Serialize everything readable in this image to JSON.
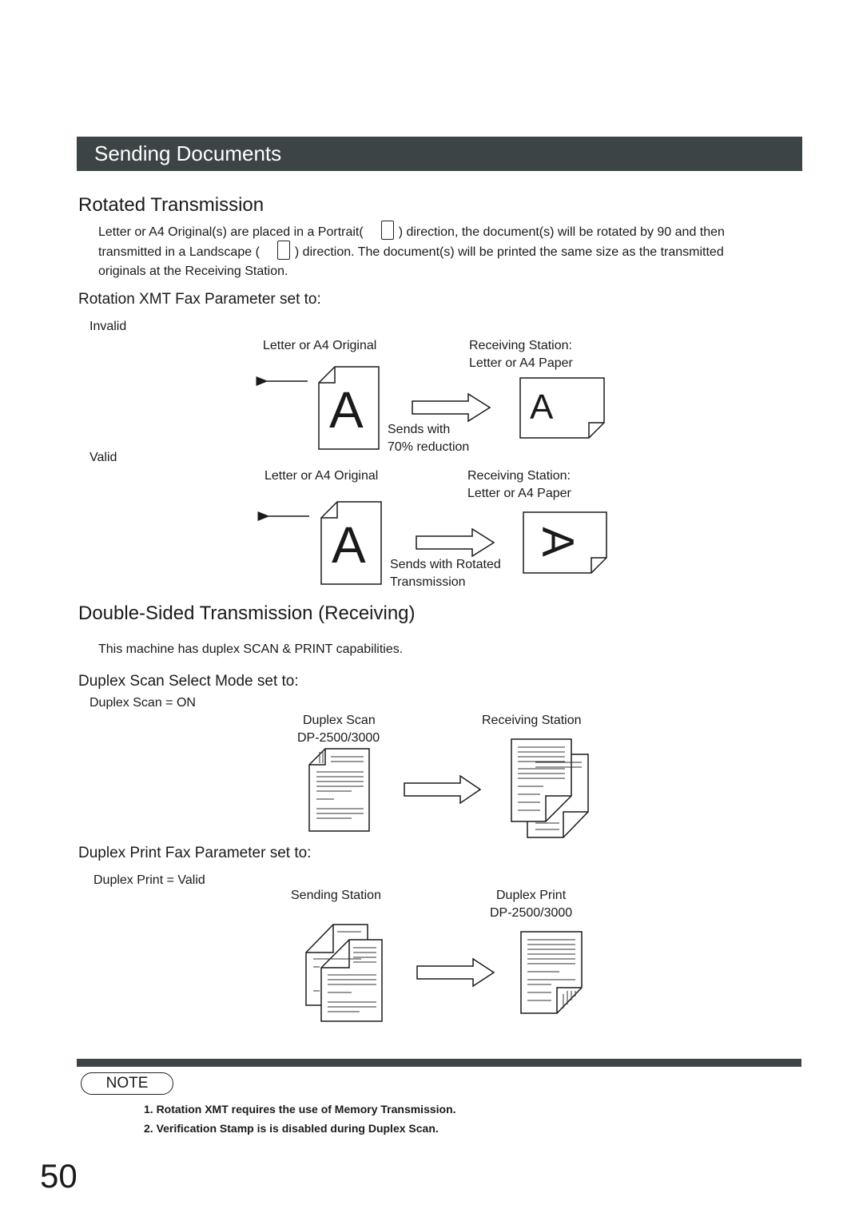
{
  "header": {
    "title": "Sending Documents"
  },
  "rotated": {
    "heading": "Rotated Transmission",
    "para": {
      "line1a": "Letter or A4 Original(s) are placed in a Portrait(",
      "line1b": ") direction, the document(s) will be rotated by 90   and then",
      "line2a": "transmitted in a Landscape (",
      "line2b": ") direction. The document(s) will be printed the same size as the transmitted",
      "line3": "originals at the Receiving Station."
    },
    "subheading": "Rotation XMT Fax Parameter set to:",
    "invalid": {
      "label": "Invalid",
      "original_label": "Letter or A4 Original",
      "receiving_label1": "Receiving Station:",
      "receiving_label2": "Letter or A4 Paper",
      "sends_line1": "Sends with",
      "sends_line2": "70% reduction",
      "glyph": "A"
    },
    "valid": {
      "label": "Valid",
      "original_label": "Letter or A4 Original",
      "receiving_label1": "Receiving Station:",
      "receiving_label2": "Letter or A4 Paper",
      "sends_line1": "Sends with Rotated",
      "sends_line2": "Transmission",
      "glyph": "A"
    }
  },
  "duplex": {
    "heading": "Double-Sided Transmission (Receiving)",
    "para": "This machine has duplex SCAN & PRINT capabilities.",
    "scan": {
      "subheading": "Duplex Scan Select Mode set to:",
      "setting": "Duplex Scan = ON",
      "left_label1": "Duplex Scan",
      "left_label2": "DP-2500/3000",
      "right_label": "Receiving Station"
    },
    "print": {
      "subheading": "Duplex Print Fax Parameter set to:",
      "setting": "Duplex Print = Valid",
      "left_label": "Sending Station",
      "right_label1": "Duplex Print",
      "right_label2": "DP-2500/3000"
    }
  },
  "note": {
    "label": "NOTE",
    "items": [
      "1.  Rotation XMT requires the use of Memory Transmission.",
      "2.  Verification Stamp is is disabled during Duplex Scan."
    ]
  },
  "page_number": "50"
}
